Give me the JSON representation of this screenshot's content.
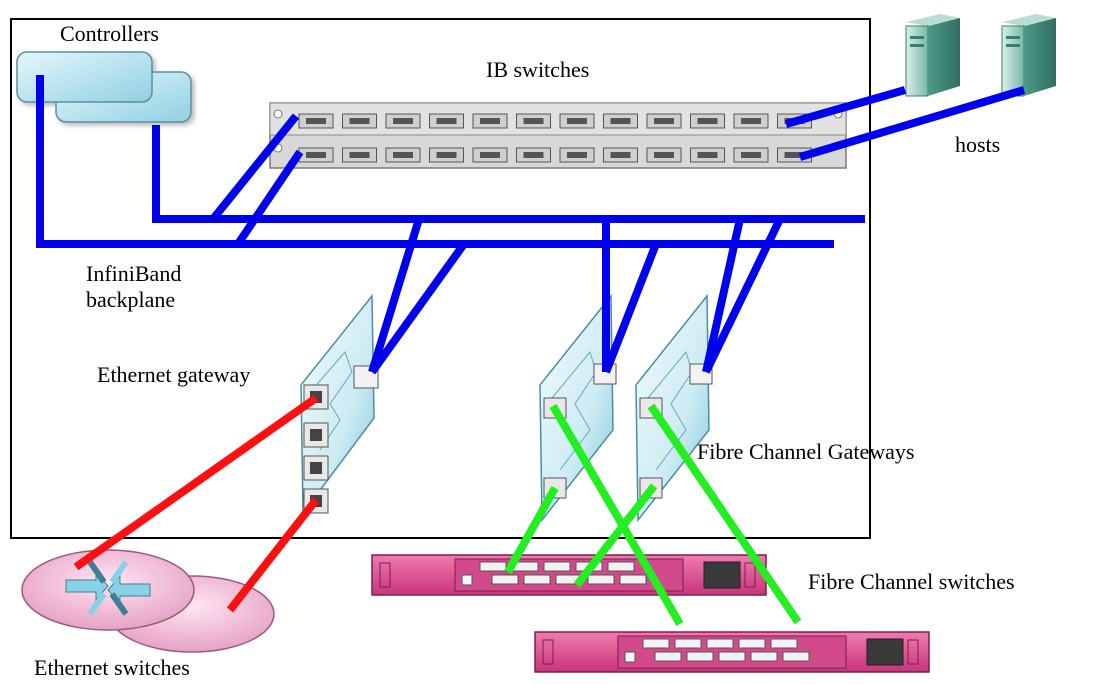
{
  "labels": {
    "controllers": "Controllers",
    "ib_switches": "IB switches",
    "hosts": "hosts",
    "infiniband_line1": "InfiniBand",
    "infiniband_line2": "backplane",
    "ethernet_gateway": "Ethernet gateway",
    "fc_gateways": "Fibre Channel Gateways",
    "fc_switches": "Fibre Channel switches",
    "ethernet_switches": "Ethernet switches"
  },
  "link_colors": {
    "infiniband": "#0000ee",
    "ethernet": "#ff1010",
    "fibre_channel": "#22ee22"
  },
  "icons": [
    "controller-icon",
    "ib-switch-icon",
    "host-server-icon",
    "ethernet-gateway-icon",
    "fc-gateway-icon",
    "fc-switch-icon",
    "ethernet-switch-icon"
  ]
}
